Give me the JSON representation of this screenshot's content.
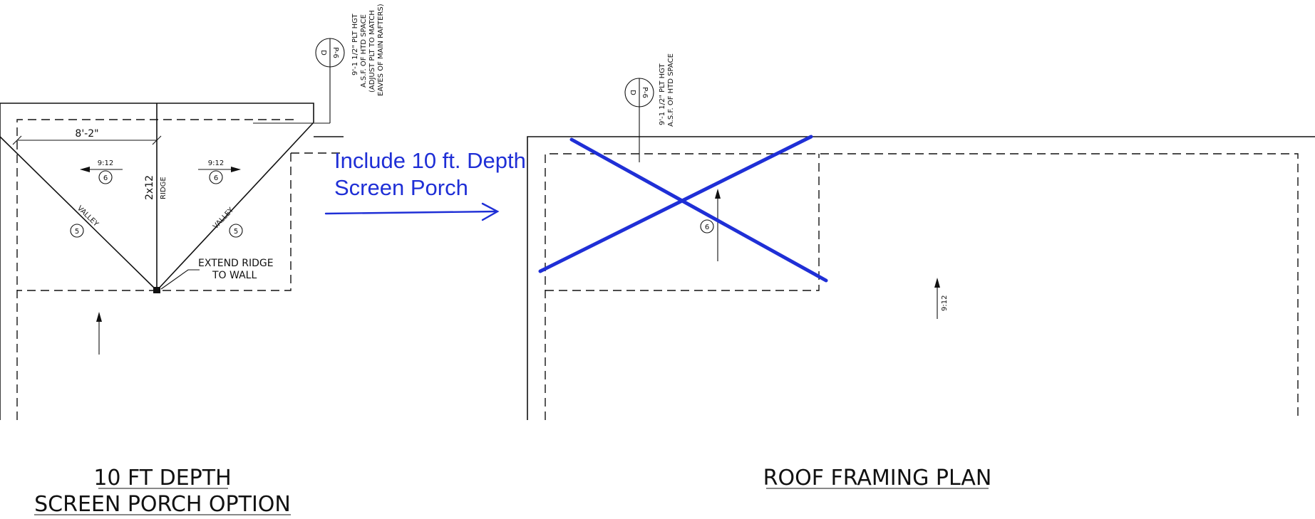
{
  "left_plan": {
    "dimension": "8'-2\"",
    "slope_left": "9:12",
    "slope_right": "9:12",
    "rafter_tag_left": "6",
    "rafter_tag_right": "6",
    "ridge_label_1": "2x12",
    "ridge_label_2": "RIDGE",
    "valley_left": "VALLEY",
    "valley_right": "VALLEY",
    "valley_tag_left": "5",
    "valley_tag_right": "5",
    "extend_note_1": "EXTEND RIDGE",
    "extend_note_2": "TO WALL",
    "detail_letter": "D",
    "detail_sheet": "P-6",
    "plate_note_1": "9'-1 1/2\" PLT HGT",
    "plate_note_2": "A.S.F. OF HTD SPACE",
    "plate_note_3": "(ADJUST PLT TO MATCH",
    "plate_note_4": "EAVES OF MAIN RAFTERS)",
    "title_1": "10 FT DEPTH",
    "title_2": "SCREEN PORCH OPTION"
  },
  "right_plan": {
    "detail_letter": "D",
    "detail_sheet": "P-6",
    "plate_note_1": "9'-1 1/2\" PLT HGT",
    "plate_note_2": "A.S.F. OF HTD SPACE",
    "rafter_tag": "6",
    "slope": "9:12",
    "title": "ROOF FRAMING PLAN"
  },
  "annotation": {
    "line_1": "Include 10 ft. Depth",
    "line_2": "Screen Porch",
    "color": "#1f2fd6"
  }
}
